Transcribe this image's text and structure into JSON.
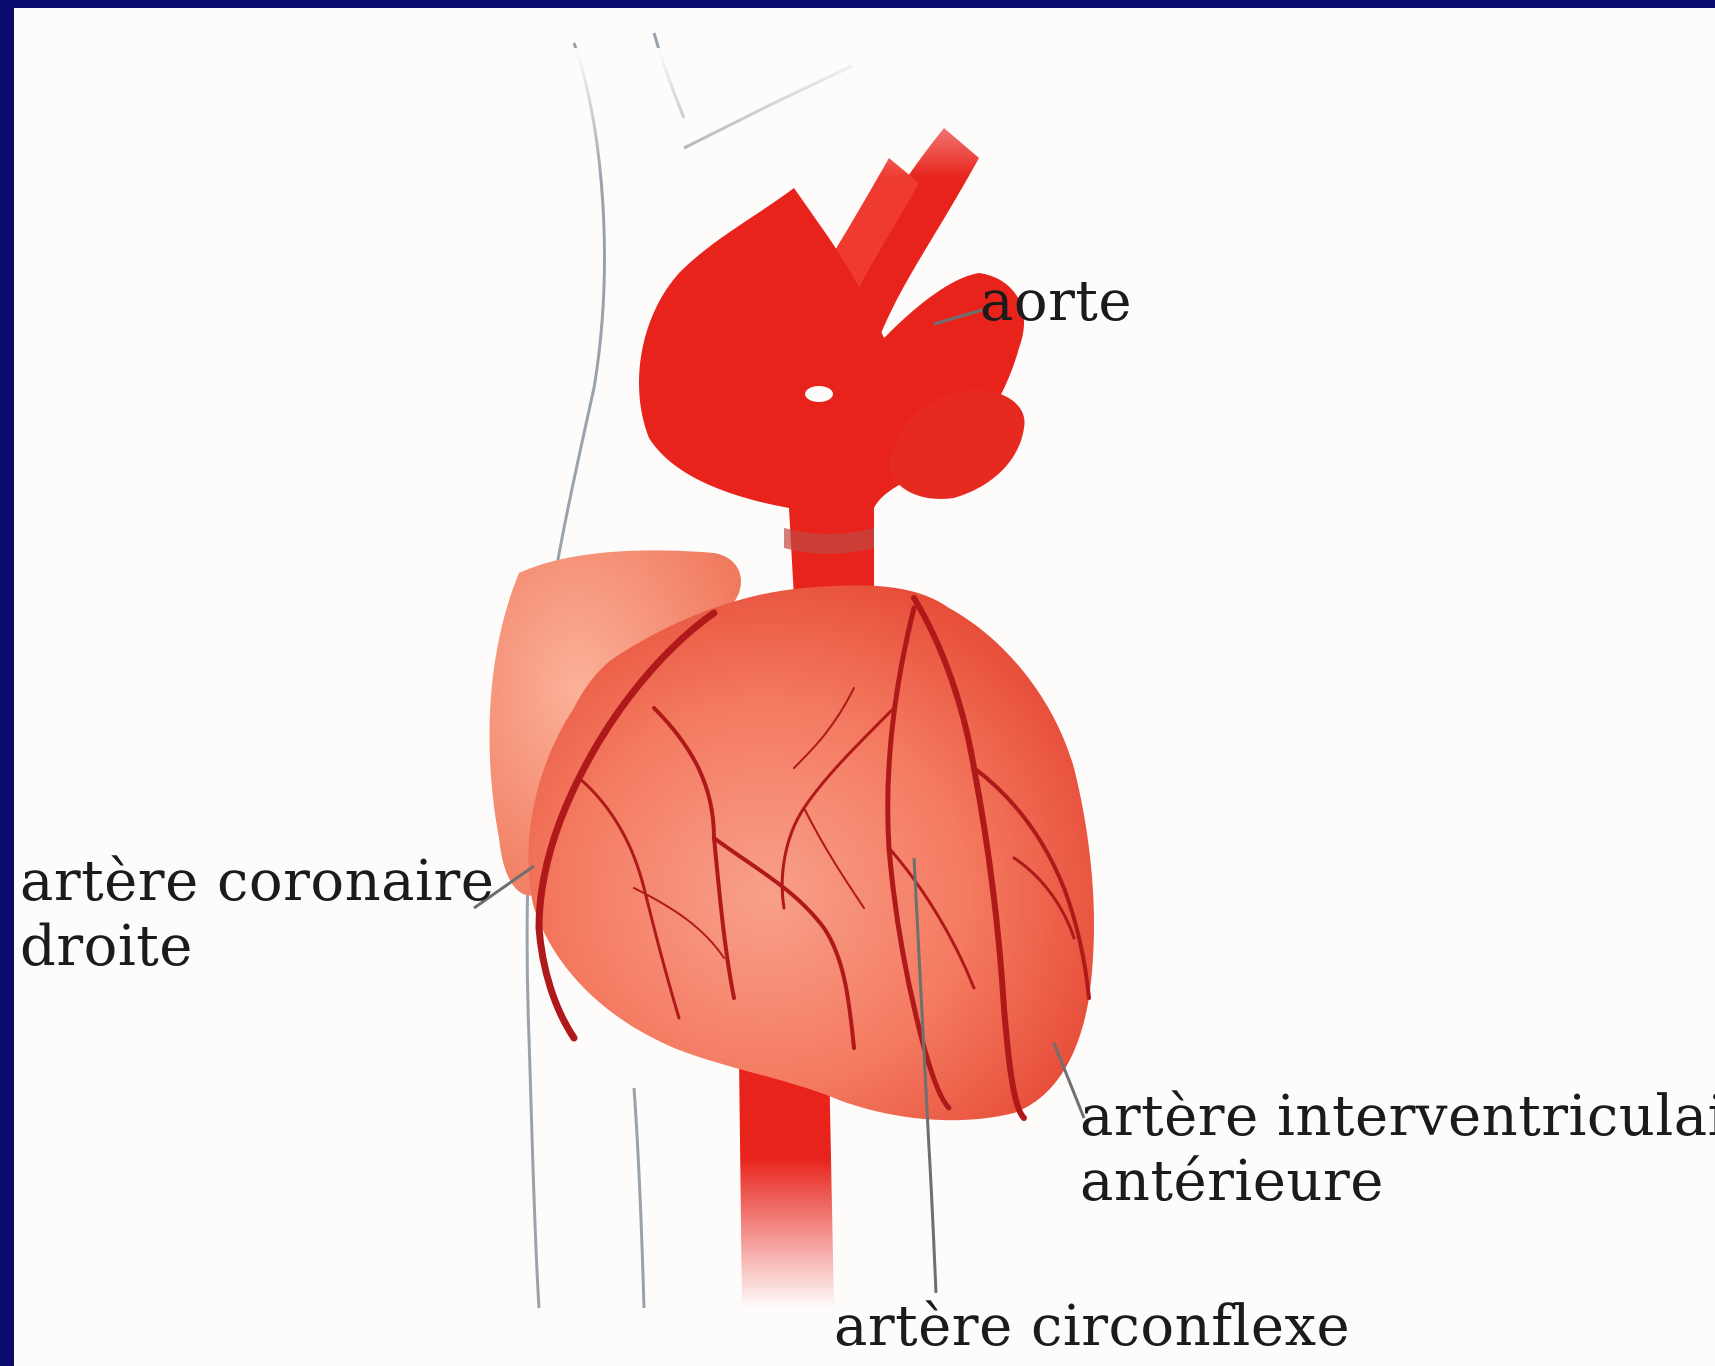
{
  "colors": {
    "frame": "#0a0a6e",
    "background": "#fdfcfb",
    "heart": "#f47257",
    "vessels": "#e8231c",
    "arteries": "#b0191a",
    "outline": "#9aa3ad"
  },
  "labels": {
    "aorte": "aorte",
    "coronaire_droite_line1": "artère coronaire",
    "coronaire_droite_line2": "droite",
    "interventriculaire_line1": "artère interventriculaire",
    "interventriculaire_line2": "antérieure",
    "circonflexe": "artère circonflexe"
  }
}
